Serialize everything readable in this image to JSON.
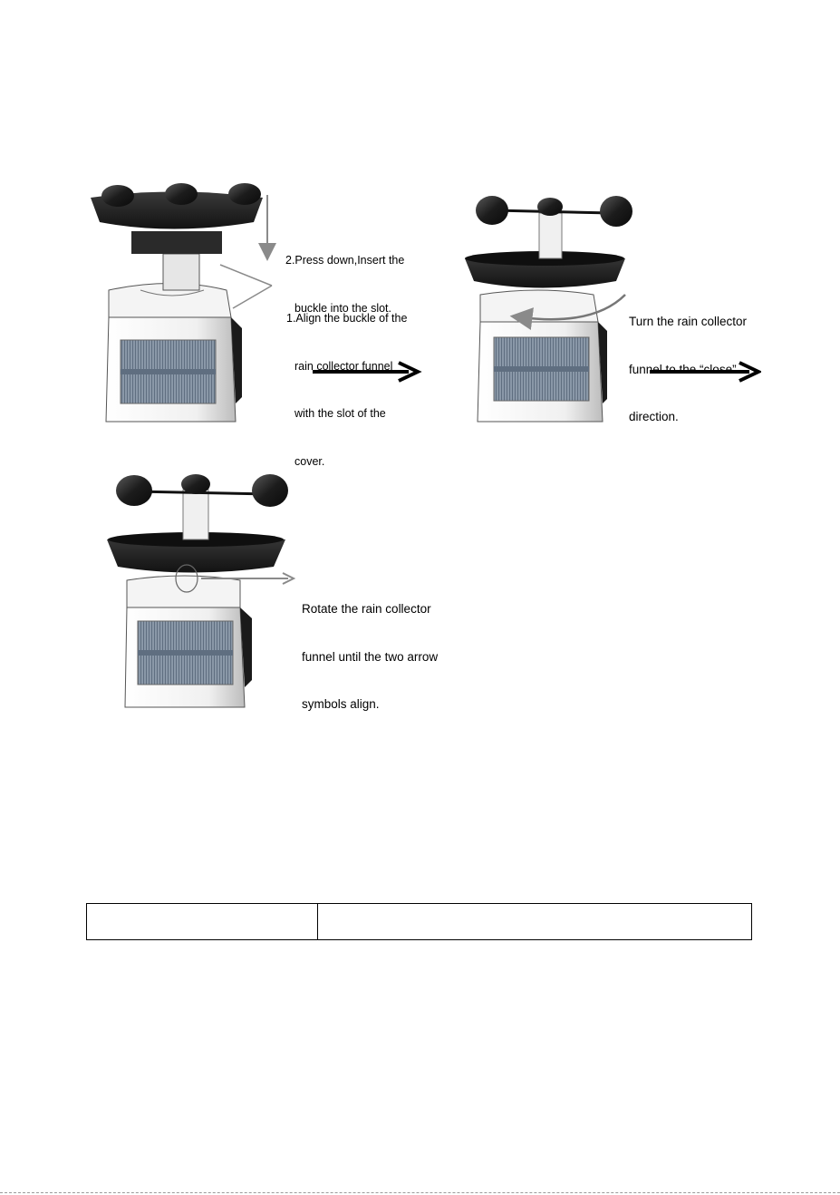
{
  "steps": {
    "step1": {
      "press_label": [
        "2.Press down,Insert the",
        "buckle into the slot."
      ],
      "align_label": [
        "1.Align the buckle of the",
        "rain collector funnel",
        "with the slot of the",
        "cover."
      ]
    },
    "step2": {
      "turn_label": [
        "Turn the rain collector",
        "funnel to the “close”",
        "direction."
      ]
    },
    "step3": {
      "rotate_label": [
        "Rotate the rain collector",
        "funnel until the two arrow",
        "symbols align."
      ]
    }
  },
  "table": {
    "cells": [
      "",
      ""
    ]
  }
}
